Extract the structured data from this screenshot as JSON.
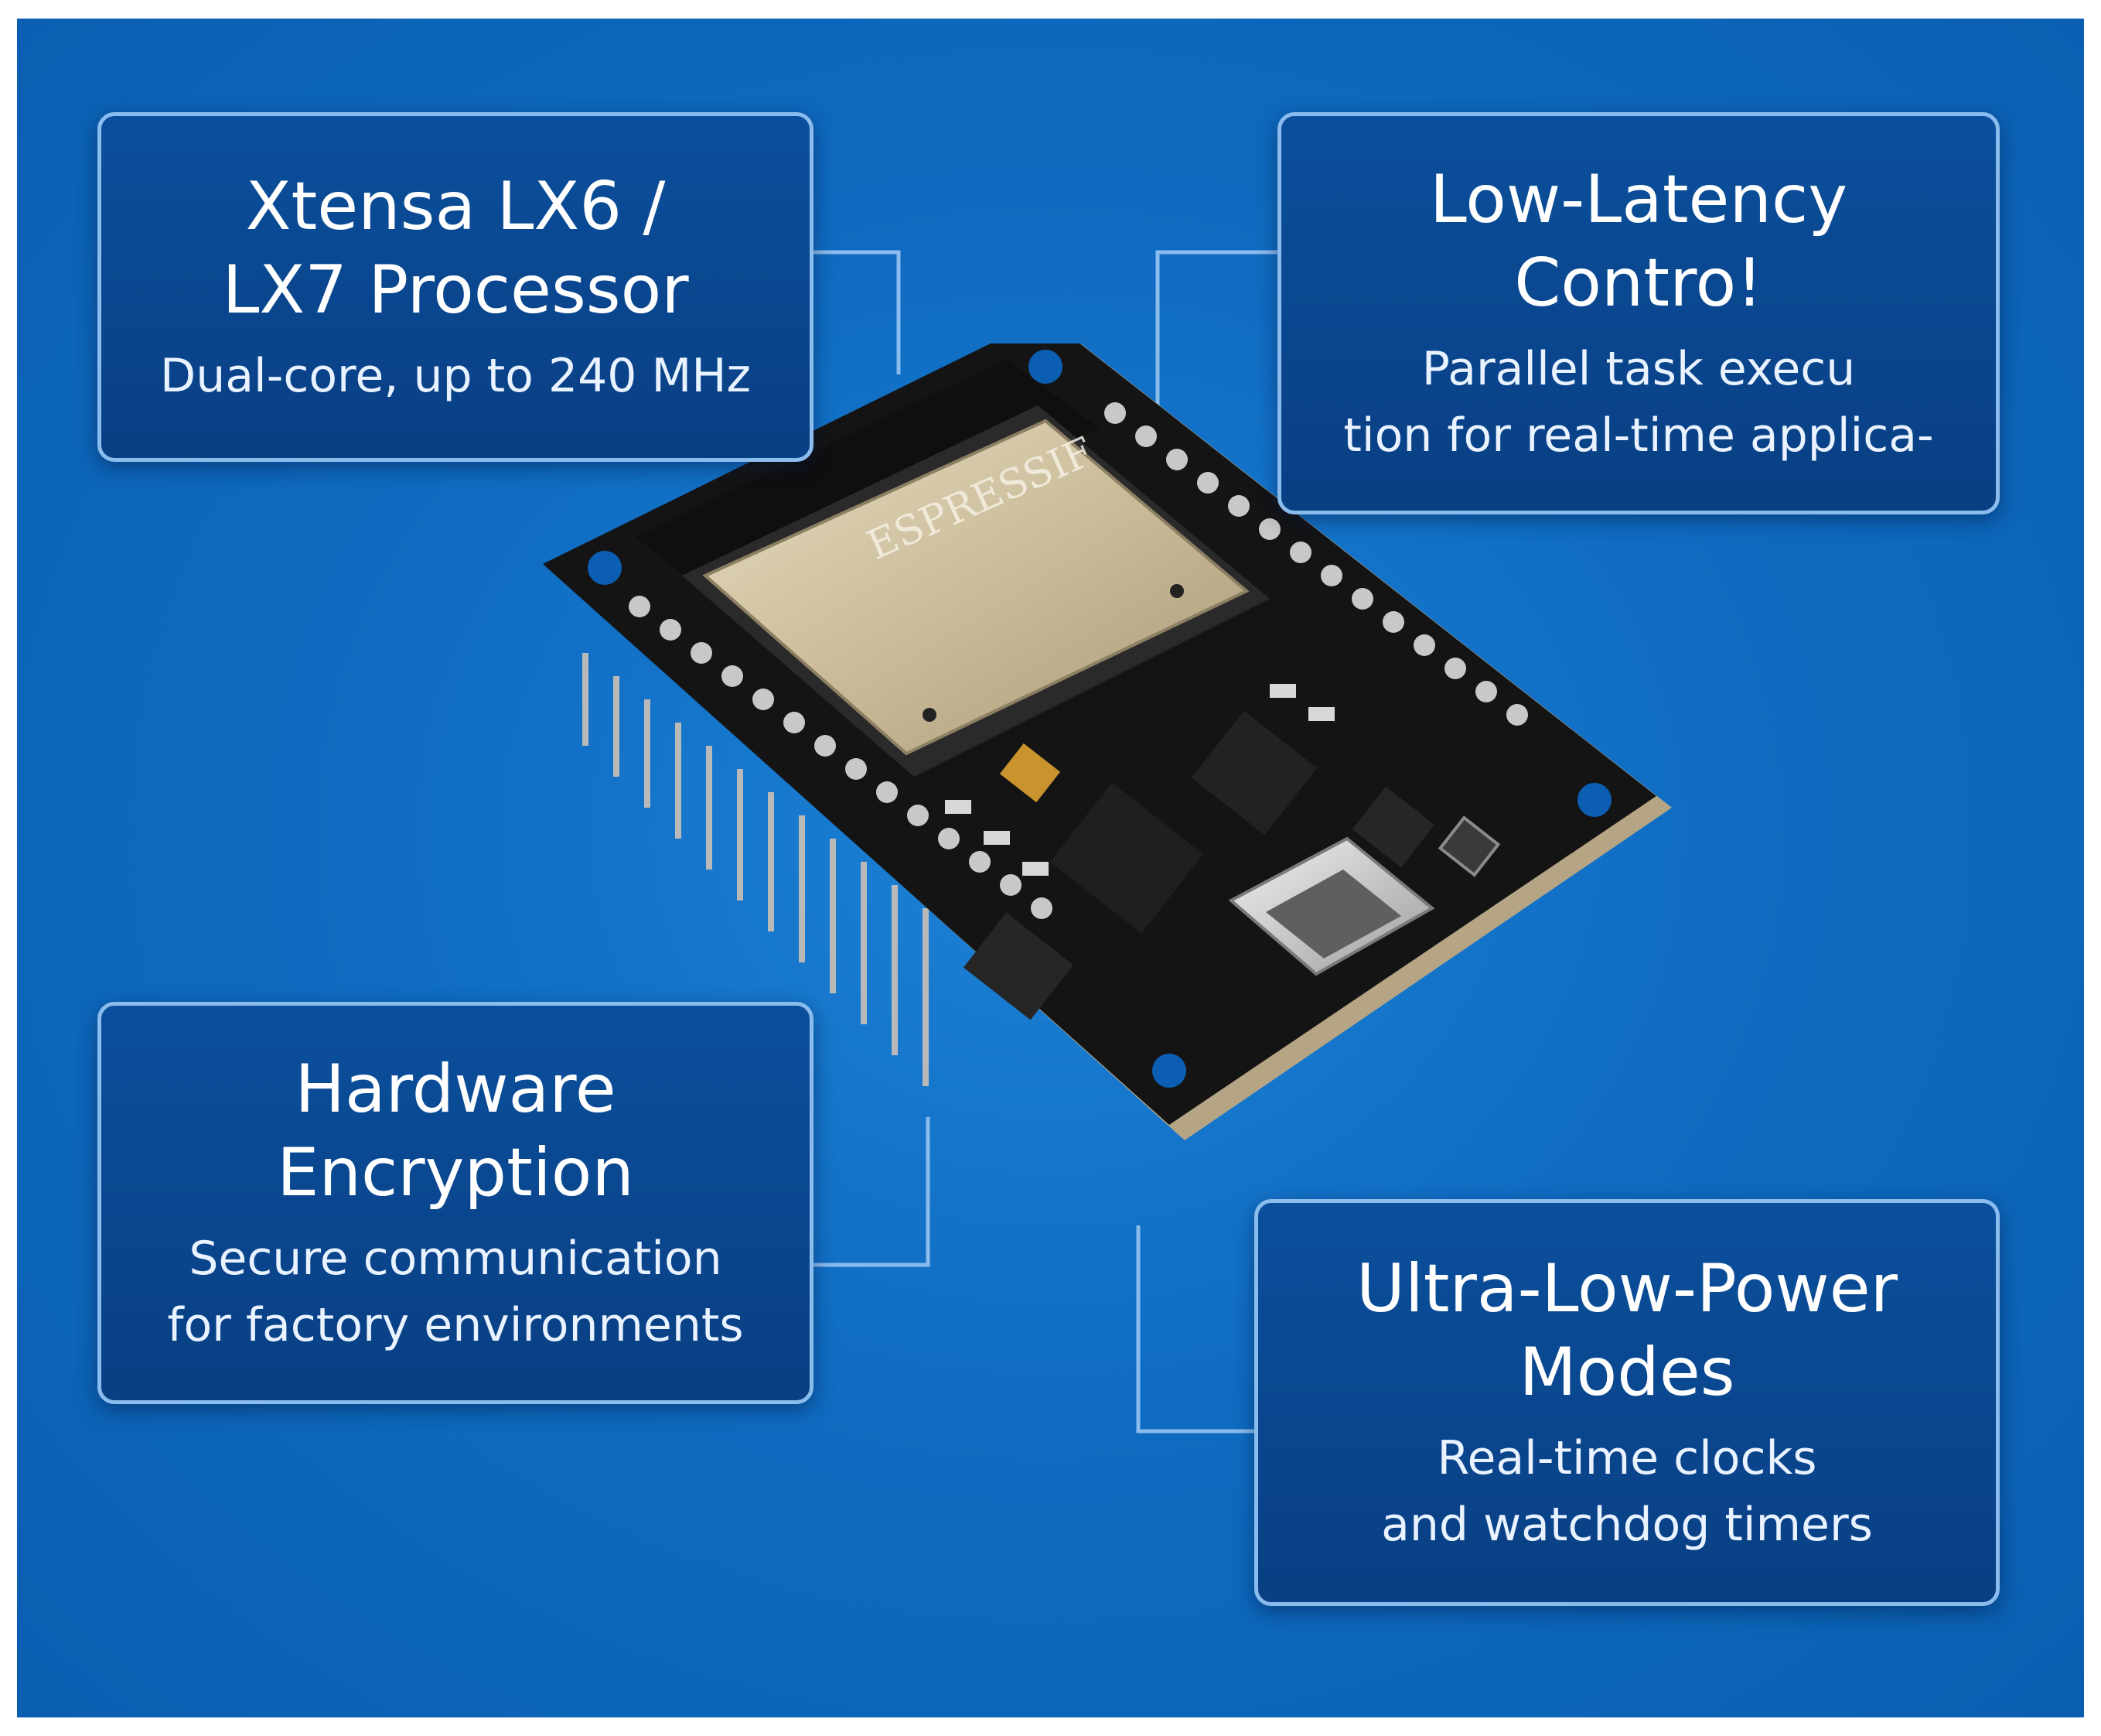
{
  "features": {
    "processor": {
      "title": "Xtensa LX6 /\nLX7 Processor",
      "description": "Dual-core, up to 240 MHz"
    },
    "latency": {
      "title": "Low-Latency\nContro!",
      "description": "Parallel task execu\ntion for real-time applica-"
    },
    "encryption": {
      "title": "Hardware\nEncryption",
      "description": "Secure communication\nfor factory environments"
    },
    "power": {
      "title": "Ultra-Low-Power\nModes",
      "description": "Real-time clocks\nand watchdog timers"
    }
  },
  "board": {
    "module_brand": "ESPRESSIF"
  },
  "colors": {
    "background": "#0f6cc2",
    "card_fill": "#0a4a93",
    "card_border": "#8bbcee",
    "connector_line": "#8bbcee",
    "pcb": "#151515",
    "module_shield": "#c9bca0"
  }
}
